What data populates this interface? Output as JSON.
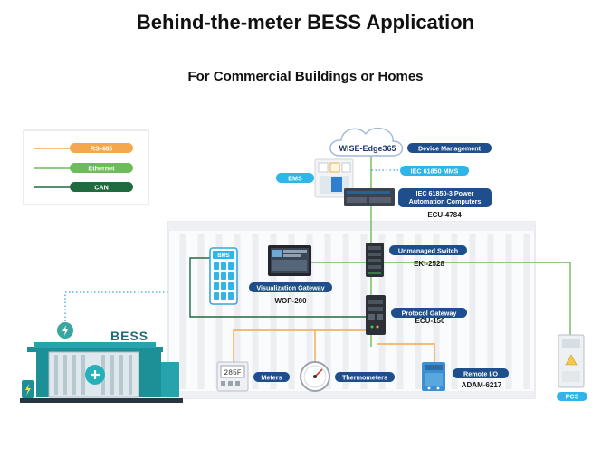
{
  "title": "Behind-the-meter BESS Application",
  "subtitle": "For Commercial Buildings or Homes",
  "colors": {
    "rs485": "#f5a84b",
    "ethernet": "#6dbb5a",
    "can": "#1f6b3f",
    "label_navy": "#1f4e8c",
    "label_cyan": "#2fb5e8",
    "teal": "#1d8f97"
  },
  "legend": [
    {
      "label": "RS-485"
    },
    {
      "label": "Ethernet"
    },
    {
      "label": "CAN"
    }
  ],
  "cloud": {
    "label": "WISE-Edge365"
  },
  "tags": {
    "device_management": "Device Management",
    "iec61850_mms": "IEC 61850 MMS",
    "ems": "EMS",
    "iec_power_line1": "IEC 61850-3 Power",
    "iec_power_line2": "Automation Computers",
    "unmanaged_switch": "Unmanaged Switch",
    "visualization_gateway": "Visualization Gateway",
    "protocol_gateway": "Protocol Gateway",
    "meters": "Meters",
    "thermometers": "Thermometers",
    "remote_io": "Remote I/O",
    "pcs": "PCS",
    "bms": "BMS",
    "bess": "BESS"
  },
  "models": {
    "ecu4784": "ECU-4784",
    "eki2528": "EKI-2528",
    "wop200": "WOP-200",
    "ecu150": "ECU-150",
    "adam6217": "ADAM-6217"
  },
  "meter_display": "285F"
}
